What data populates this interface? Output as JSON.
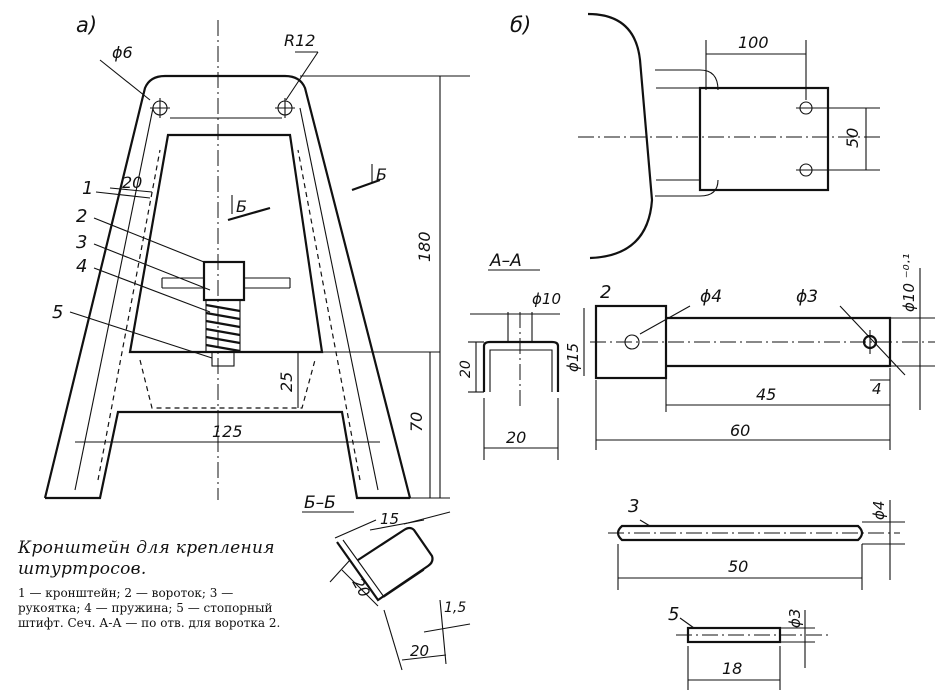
{
  "view_labels": {
    "a": "а)",
    "b": "б)"
  },
  "section_labels": {
    "aa": "А–А",
    "bb": "Б–Б",
    "cut_mark": "Б"
  },
  "part_numbers": [
    "1",
    "2",
    "3",
    "4",
    "5"
  ],
  "dimensions": {
    "phi6": "ϕ6",
    "r12": "R12",
    "d20_side": "20",
    "d180": "180",
    "d25": "25",
    "d70": "70",
    "d125": "125",
    "d100": "100",
    "d50_b": "50",
    "phi10": "ϕ10",
    "phi15": "ϕ15",
    "d20_aa_h": "20",
    "d20_aa_w": "20",
    "phi4": "ϕ4",
    "phi3": "ϕ3",
    "phi10_tol": "ϕ10 ⁻⁰·¹",
    "d4": "4",
    "d45": "45",
    "d60": "60",
    "phi4_pin": "ϕ4",
    "d50_handle": "50",
    "phi3_pin": "ϕ3",
    "d18": "18",
    "d15_bb": "15",
    "d20_bb_h": "20",
    "d1_5": "1,5",
    "d20_bb_w": "20"
  },
  "caption": {
    "title": "Кронштейн для крепления штуртросов.",
    "legend": "1 — кронштейн; 2 — вороток; 3 — рукоятка; 4 — пружина; 5 — стопорный штифт. Сеч. А-А — по отв. для воротка 2."
  }
}
